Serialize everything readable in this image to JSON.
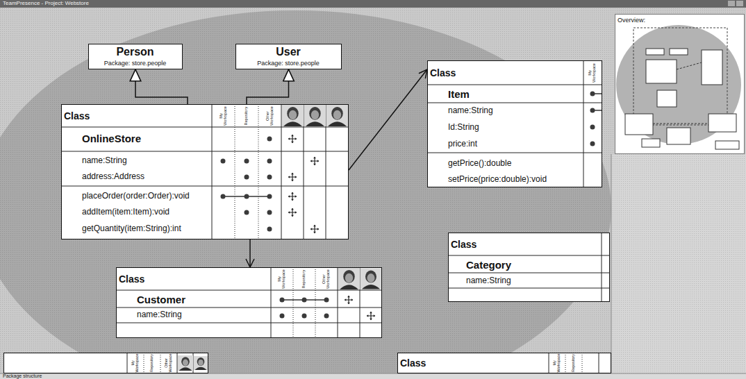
{
  "diagram": {
    "title": "TeamPresence - Project: Webstore",
    "nodes": [
      {
        "text": [
          "Person",
          "Package: store.people"
        ]
      },
      {
        "text": [
          "User",
          "Package: store.people"
        ]
      },
      {
        "text": [
          "Class",
          "My Workspace",
          "Repository",
          "Other Workspace",
          "OnlineStore",
          "name:String",
          "address:Address",
          "placeOrder(order:Order):void",
          "addItem(item:Item):void",
          "getQuantity(item:String):int"
        ]
      },
      {
        "text": [
          "Class",
          "My Workspace",
          "Item",
          "name:String",
          "Id:String",
          "price:int",
          "getPrice():double",
          "setPrice(price:double):void"
        ]
      },
      {
        "text": [
          "Class",
          "My Workspace",
          "Repository",
          "Other Workspace",
          "Customer",
          "name:String"
        ]
      },
      {
        "text": [
          "Class",
          "Category",
          "name:String"
        ]
      },
      {
        "text": [
          "My Workspace",
          "Repository",
          "Other Workspace"
        ]
      },
      {
        "text": [
          "Class",
          "My Workspace",
          "Repository"
        ]
      },
      {
        "text": [
          "Overview:"
        ]
      }
    ],
    "edges": [
      {
        "from": 2,
        "to": 0,
        "arrow": "to"
      },
      {
        "from": 2,
        "to": 1,
        "arrow": "to"
      },
      {
        "from": 2,
        "to": 3,
        "arrow": "to"
      },
      {
        "from": 2,
        "to": 4,
        "arrow": "to"
      }
    ],
    "labels": [
      "Package structure"
    ]
  }
}
